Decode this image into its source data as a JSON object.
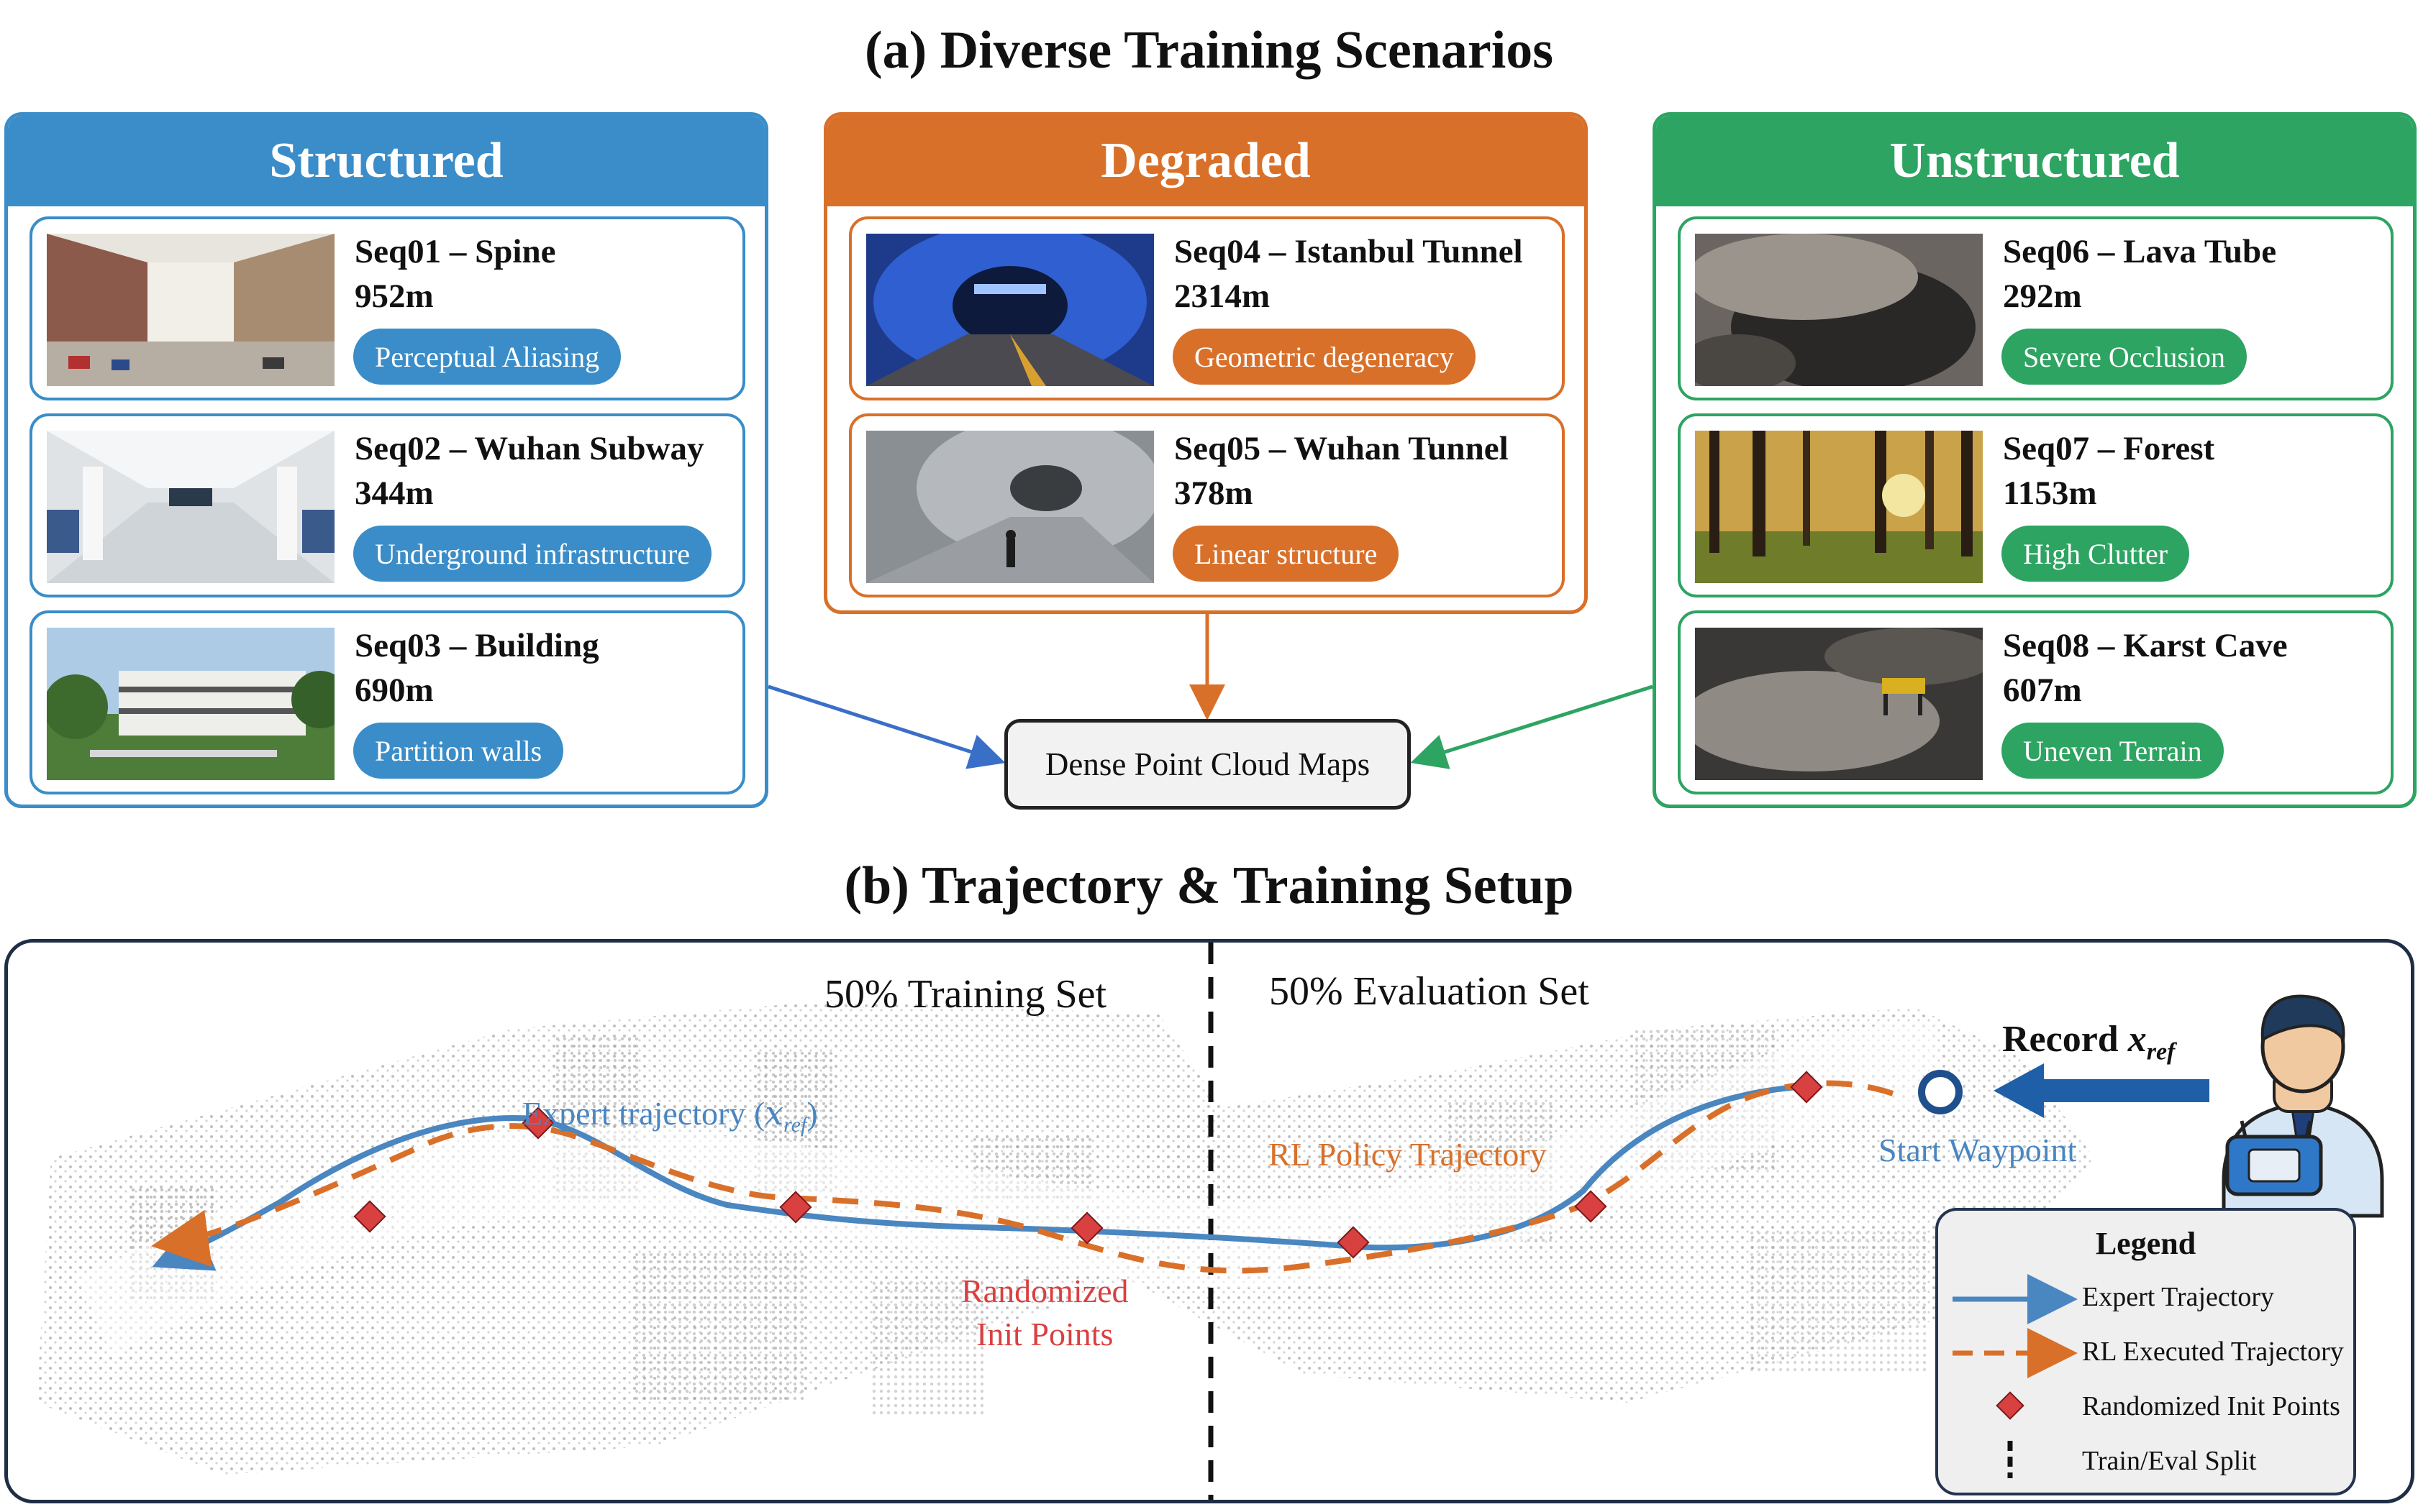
{
  "section_a_title": "(a) Diverse Training Scenarios",
  "section_b_title": "(b) Trajectory & Training Setup",
  "colors": {
    "structured": "#3a8dc8",
    "degraded": "#d9702a",
    "unstructured": "#2ea462",
    "expert": "#4a86c0",
    "rl": "#d9702a",
    "init": "#d94040"
  },
  "panels": [
    {
      "title": "Structured",
      "cards": [
        {
          "title": "Seq01 – Spine",
          "length": "952m",
          "tag": "Perceptual Aliasing"
        },
        {
          "title": "Seq02 – Wuhan Subway",
          "length": "344m",
          "tag": "Underground infrastructure"
        },
        {
          "title": "Seq03 – Building",
          "length": "690m",
          "tag": "Partition walls"
        }
      ]
    },
    {
      "title": "Degraded",
      "cards": [
        {
          "title": "Seq04 – Istanbul Tunnel",
          "length": "2314m",
          "tag": "Geometric degeneracy"
        },
        {
          "title": "Seq05 – Wuhan Tunnel",
          "length": "378m",
          "tag": "Linear structure"
        }
      ]
    },
    {
      "title": "Unstructured",
      "cards": [
        {
          "title": "Seq06 – Lava Tube",
          "length": "292m",
          "tag": "Severe Occlusion"
        },
        {
          "title": "Seq07 – Forest",
          "length": "1153m",
          "tag": "High Clutter"
        },
        {
          "title": "Seq08 – Karst Cave",
          "length": "607m",
          "tag": "Uneven Terrain"
        }
      ]
    }
  ],
  "dense_map_label": "Dense Point Cloud Maps",
  "map": {
    "training_set_label": "50% Training Set",
    "evaluation_set_label": "50% Evaluation Set",
    "expert_label_text": "Expert trajectory (",
    "expert_label_symbol": "x",
    "expert_label_sub": "ref",
    "expert_label_close": ")",
    "rl_label": "RL Policy Trajectory",
    "init_label_line1": "Randomized",
    "init_label_line2": "Init Points",
    "start_label": "Start Waypoint",
    "record_text": "Record ",
    "record_symbol": "x",
    "record_sub": "ref"
  },
  "legend": {
    "title": "Legend",
    "items": [
      "Expert Trajectory",
      "RL Executed Trajectory",
      "Randomized Init Points",
      "Train/Eval Split"
    ]
  }
}
